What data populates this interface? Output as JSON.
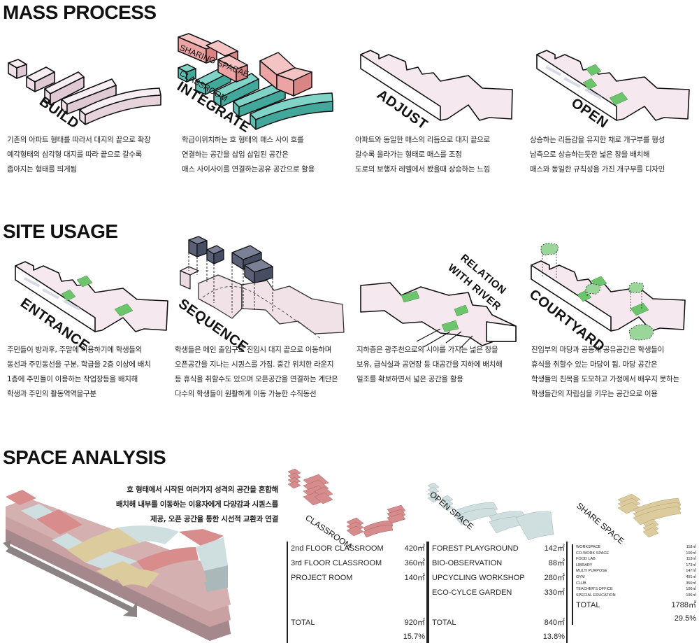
{
  "sections": {
    "mass_process": "MASS PROCESS",
    "site_usage": "SITE USAGE",
    "space_analysis": "SPACE ANALYSIS"
  },
  "colors": {
    "mass_pink_light": "#f3dde6",
    "sharing_space": "#eba3a3",
    "classroom_teal": "#5dbfb3",
    "green_courtyard": "#6cc46c",
    "dark_mass": "#5a6177",
    "classroom_block": "#d68c8c",
    "open_space_block": "#cfdfe0",
    "share_space_block": "#dccb9c",
    "arrow_gray": "#8b8283"
  },
  "mass_process": [
    {
      "label": "BUILD",
      "lines": [
        "기존의 아파트 형태를 따라서 대지의 끝으로 확장",
        "예각형태의 삼각형 대지를 따라 끝으로 갈수록",
        "좁아지는 형태를 띄게됨"
      ]
    },
    {
      "label": "INTEGRATE",
      "sublabels": [
        "SHARING SPACAE",
        "CLASSROOM"
      ],
      "lines": [
        "학급이위치하는 호 형태의 매스 사이 호를",
        "연결하는 공간을 삽입 삽입된 공간은",
        "매스 사이사이를 연결하는공유 공간으로 활용"
      ]
    },
    {
      "label": "ADJUST",
      "lines": [
        "아파트와 동일한 매스의 리듬으로 대지 끝으로",
        "갈수록 올라가는 형태로 매스를 조정",
        "도로의 보행자 레벨에서 봤을때 상승하는 느낌"
      ]
    },
    {
      "label": "OPEN",
      "lines": [
        "상승하는 리듬감을 유지한 채로 개구부를 형성",
        "남측으로 상승하는듯한 넓은 창을 배치해",
        "매스와 동일한 규칙성을 가진 개구부를 디자인"
      ]
    }
  ],
  "site_usage": [
    {
      "label": "ENTRANCE",
      "lines": [
        "주민들이 방과후, 주말에 이용하기에 학생들의",
        "동선과 주민동선을 구분, 학급을 2층 이상에 배치",
        "1층에 주민들이 이용하는 작업장등을 배치해",
        "학생과 주민의 활동역역을구분"
      ]
    },
    {
      "label": "SEQUENCE",
      "lines": [
        "학생들은 메인 출입구로 진입시 대지 끝으로 이동하며",
        "오픈공간을 지나는 시퀀스를 가짐. 중간 위치한 라운지",
        "등 휴식을 취할수도 있으며 오픈공간을 연결하는 계단은",
        "다수의 학생들이 원활하게 이동 가능한 수직동선"
      ]
    },
    {
      "label_lines": [
        "RELATION",
        "WITH RIVER"
      ],
      "lines": [
        "지하층은 광주천으로의 시야를 가지는 넓은 창을",
        "보유, 급식실과 공연장 등 대공간을 지하에 배치해",
        "일조를 확보하면서 넓은 공간을 활용"
      ]
    },
    {
      "label": "COURTYARD",
      "lines": [
        "진입부의 마당과 공동체 공유공간은 학생들이",
        "휴식을 취할수 있는 마당이 됨. 마당 공간은",
        "학생들의 친목을 도모하고 가정에서 배우지 못하는",
        "학생들간의 자립심을 키우는 공간으로 이용"
      ]
    }
  ],
  "space_analysis": {
    "intro_lines": [
      "호 형태에서 시작된 여러가지 성격의 공간을 혼합해",
      "배치해 내부를 이동하는 이용자에게 다양감과 시퀀스를",
      "제공, 오픈 공간을 통한 시선적 교환과 연결"
    ],
    "groups": [
      {
        "label": "CLASSROOM",
        "rows": [
          {
            "name": "2nd FLOOR CLASSROOM",
            "area": "420㎡"
          },
          {
            "name": "3rd FLOOR CLASSROOM",
            "area": "360㎡"
          },
          {
            "name": "PROJECT ROOM",
            "area": "140㎡"
          }
        ],
        "total_label": "TOTAL",
        "total": "920㎡",
        "percent": "15.7%"
      },
      {
        "label": "OPEN SPACE",
        "rows": [
          {
            "name": "FOREST PLAYGROUND",
            "area": "142㎡"
          },
          {
            "name": "BIO-OBSERVATION",
            "area": "88㎡"
          },
          {
            "name": "UPCYCLING WORKSHOP",
            "area": "280㎡"
          },
          {
            "name": "ECO-CYLCE GARDEN",
            "area": "330㎡"
          }
        ],
        "total_label": "TOTAL",
        "total": "840㎡",
        "percent": "13.8%"
      },
      {
        "label": "SHARE SPACE",
        "rows": [
          {
            "name": "WORKSPACE",
            "area": "118㎡"
          },
          {
            "name": "CO-WORK SPACE",
            "area": "100㎡"
          },
          {
            "name": "FOOD LAB",
            "area": "113㎡"
          },
          {
            "name": "LIBRARY",
            "area": "173㎡"
          },
          {
            "name": "MULTI PURPOSE",
            "area": "147㎡"
          },
          {
            "name": "GYM",
            "area": "491㎡"
          },
          {
            "name": "CLUB",
            "area": "350㎡"
          },
          {
            "name": "TEACHER'S OFFICE",
            "area": "100㎡"
          },
          {
            "name": "SPECIAL EDUCATION",
            "area": "196㎡"
          }
        ],
        "total_label": "TOTAL",
        "total": "1788㎡",
        "percent": "29.5%"
      }
    ]
  }
}
